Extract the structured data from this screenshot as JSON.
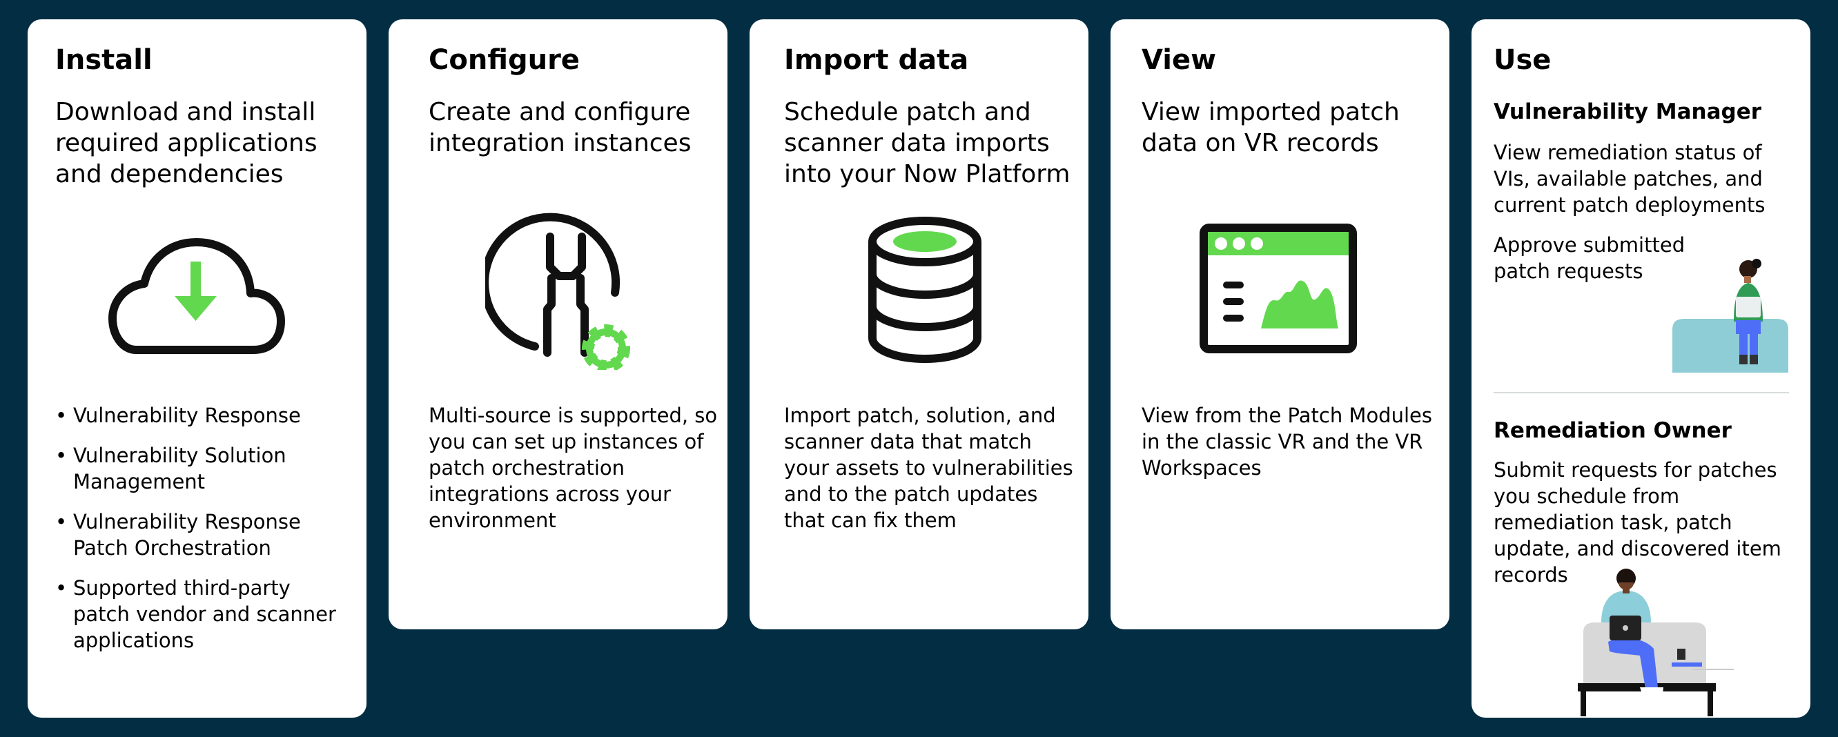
{
  "steps": [
    {
      "title": "Install",
      "subtitle": "Download and install required applications and dependencies",
      "bullets": [
        "Vulnerability Response",
        "Vulnerability Solution Management",
        "Vulnerability Response Patch Orchestration",
        "Supported third-party patch vendor and scanner applications"
      ],
      "icon": "cloud-download-icon"
    },
    {
      "title": "Configure",
      "subtitle": "Create and configure integration instances",
      "body": "Multi-source is supported, so you can set up instances of patch orchestration integrations across your environment",
      "icon": "wrench-gear-icon"
    },
    {
      "title": "Import data",
      "subtitle": "Schedule patch and scanner data imports into your Now Platform",
      "body": "Import patch, solution, and scanner data that match your assets to vulnerabilities and to the patch updates that can fix them",
      "icon": "database-icon"
    },
    {
      "title": "View",
      "subtitle": "View imported patch data on VR records",
      "body": "View from the Patch Modules in the classic VR and the VR Workspaces",
      "icon": "browser-chart-icon"
    },
    {
      "title": "Use",
      "sections": [
        {
          "heading": "Vulnerability Manager",
          "text1": "View remediation status of VIs, available patches, and current patch deployments",
          "text2": "Approve submitted patch requests"
        },
        {
          "heading": "Remediation Owner",
          "text1": "Submit requests for patches you schedule from remediation task, patch update, and discovered item records"
        }
      ]
    }
  ],
  "colors": {
    "background": "#032d42",
    "card": "#ffffff",
    "accent_green": "#62d84e",
    "icon_stroke": "#111111",
    "person_blue": "#4f6ef7",
    "seat_teal": "#8fcdd6"
  }
}
